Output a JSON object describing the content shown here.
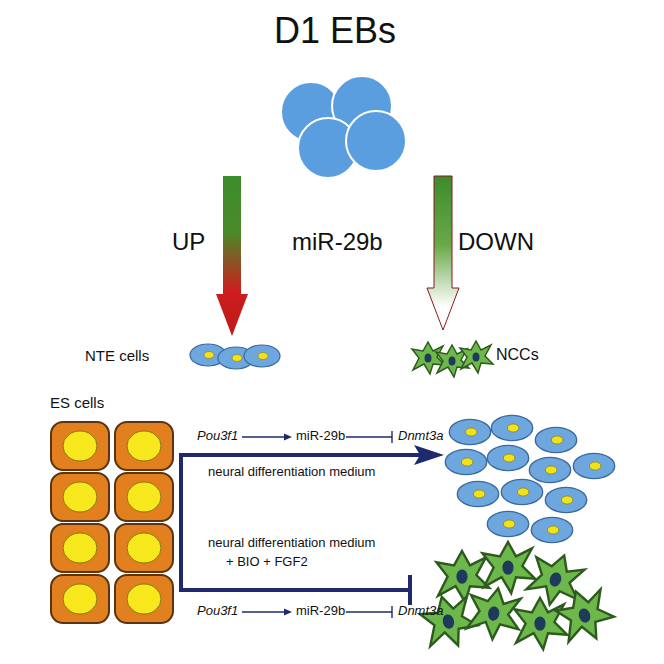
{
  "diagram": {
    "nodes": [
      {
        "text": [
          "D1 EBs"
        ]
      },
      {
        "text": [
          "NTE cells"
        ]
      },
      {
        "text": [
          "NCCs"
        ]
      },
      {
        "text": [
          "ES cells"
        ]
      }
    ],
    "edges": [
      {
        "from": 0,
        "to": 1,
        "arrow": "to"
      },
      {
        "from": 0,
        "to": 2,
        "arrow": "to"
      }
    ],
    "labels": [
      "UP",
      "miR-29b",
      "DOWN",
      "Pou3f1",
      "miR-29b",
      "Dnmt3a",
      "neural differentiation medium",
      "neural differentiation medium",
      "+ BIO + FGF2",
      "Pou3f1",
      "miR-29b",
      "Dnmt3a"
    ]
  }
}
